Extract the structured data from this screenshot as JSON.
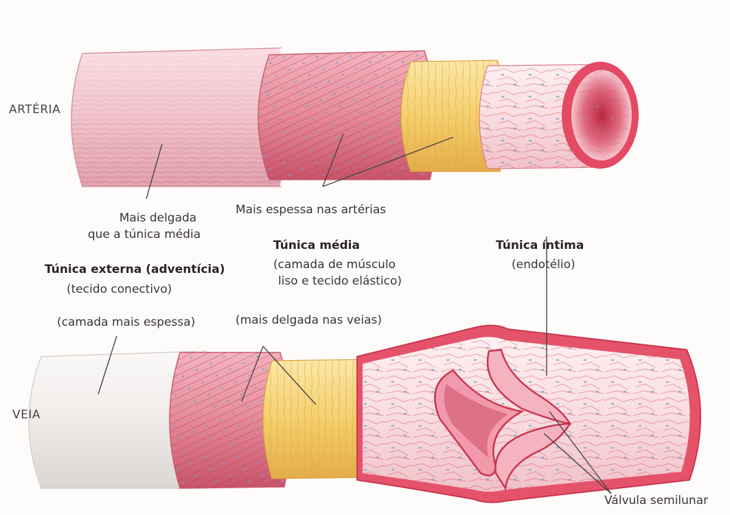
{
  "labels": {
    "arteria": "ARTÉRIA",
    "veia": "VEIA",
    "externa_note_1": "Mais delgada",
    "externa_note_2": "que a túnica média",
    "externa_title": "Túnica externa (adventícia)",
    "externa_desc": "(tecido conectivo)",
    "externa_vein": "(camada mais espessa)",
    "media_artery": "Mais espessa nas artérias",
    "media_title": "Túnica média",
    "media_desc_1": "(camada de músculo",
    "media_desc_2": "liso e tecido elástico)",
    "media_vein": "(mais delgada nas veias)",
    "intima_title": "Túnica íntima",
    "intima_desc": "(endotélio)",
    "valve": "Válvula semilunar"
  },
  "colors": {
    "adventitia_artery": "#f2c6cc",
    "adventitia_vein": "#f1eeec",
    "media_muscle": "#e8909e",
    "media_elastic": "#f4d27a",
    "intima": "#fbe4e6",
    "vessel_red": "#d9485f",
    "leader_line": "#4a4444"
  }
}
